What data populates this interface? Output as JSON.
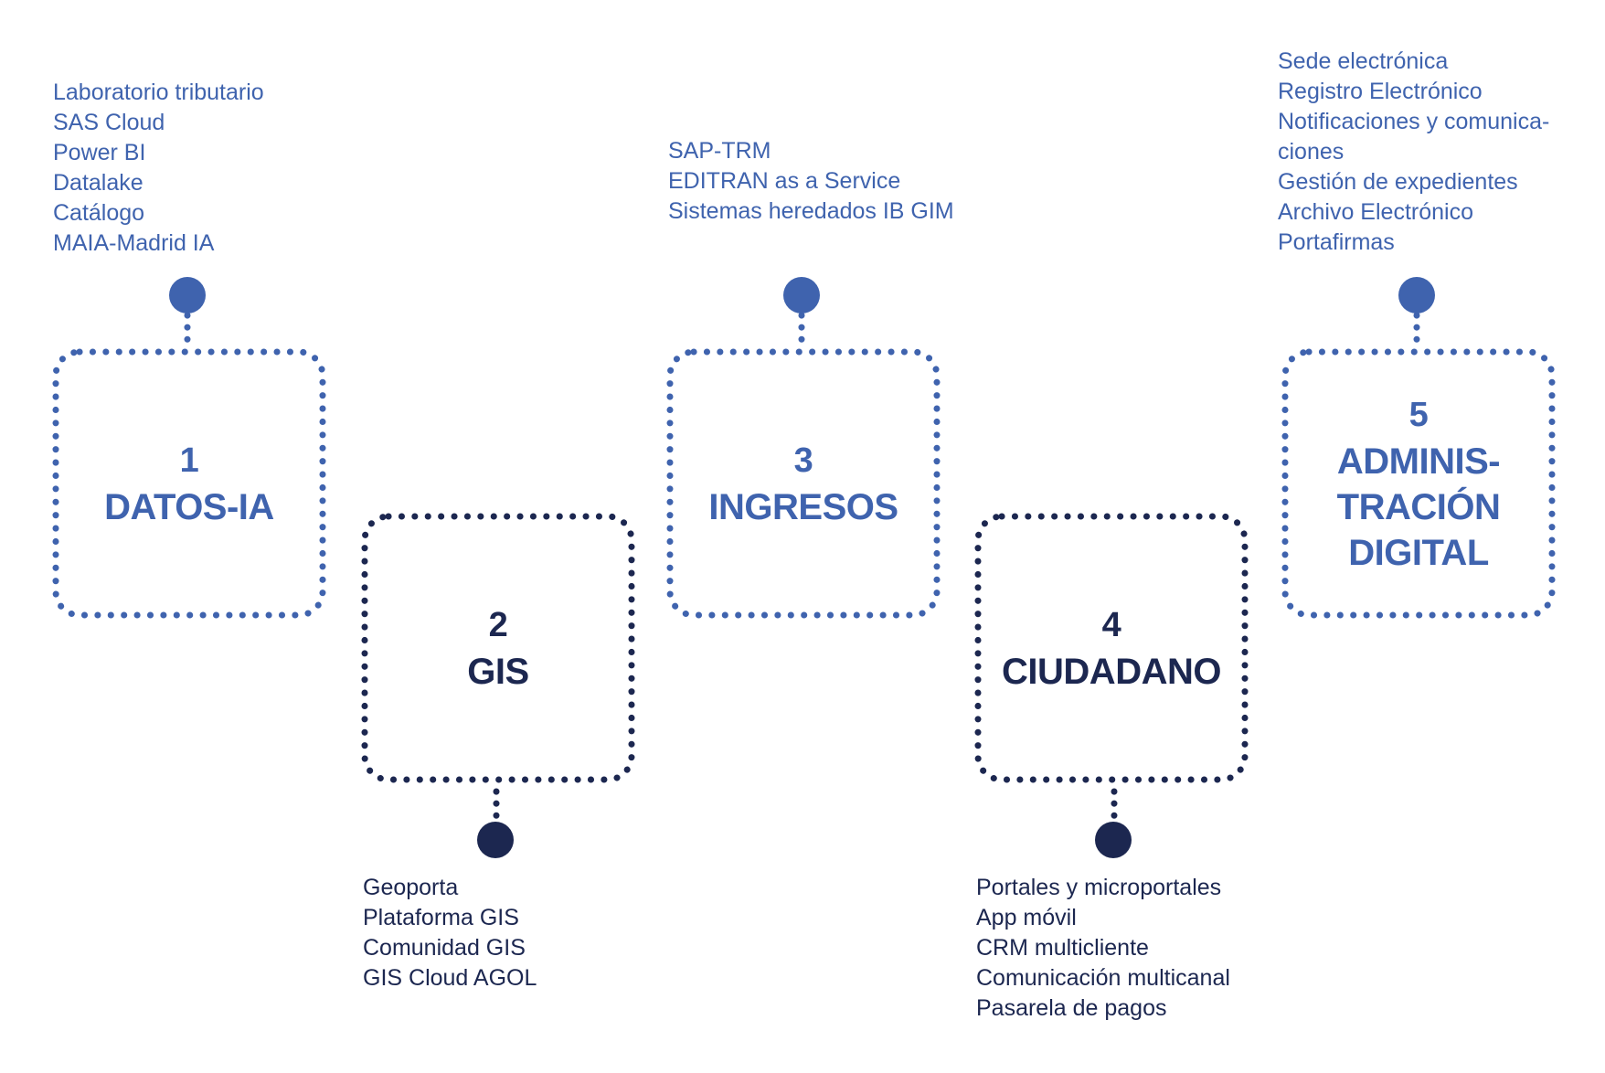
{
  "colors": {
    "light": "#3f63ae",
    "dark": "#1c2750"
  },
  "areas": [
    {
      "number": "1",
      "title": "DATOS-IA",
      "tone": "light",
      "items": [
        "Laboratorio tributario",
        "SAS Cloud",
        "Power BI",
        "Datalake",
        "Catálogo",
        "MAIA-Madrid IA"
      ]
    },
    {
      "number": "2",
      "title": "GIS",
      "tone": "dark",
      "items": [
        "Geoporta",
        "Plataforma GIS",
        "Comunidad GIS",
        "GIS Cloud AGOL"
      ]
    },
    {
      "number": "3",
      "title": "INGRESOS",
      "tone": "light",
      "items": [
        "SAP-TRM",
        "EDITRAN as a Service",
        "Sistemas heredados IB GIM"
      ]
    },
    {
      "number": "4",
      "title": "CIUDADANO",
      "tone": "dark",
      "items": [
        "Portales y microportales",
        "App móvil",
        "CRM multicliente",
        "Comunicación multicanal",
        "Pasarela de pagos"
      ]
    },
    {
      "number": "5",
      "title": "ADMINIS-\nTRACIÓN\nDIGITAL",
      "tone": "light",
      "items": [
        "Sede electrónica",
        "Registro Electrónico",
        "Notificaciones y comunica-",
        "ciones",
        "Gestión de expedientes",
        "Archivo Electrónico",
        "Portafirmas"
      ]
    }
  ]
}
